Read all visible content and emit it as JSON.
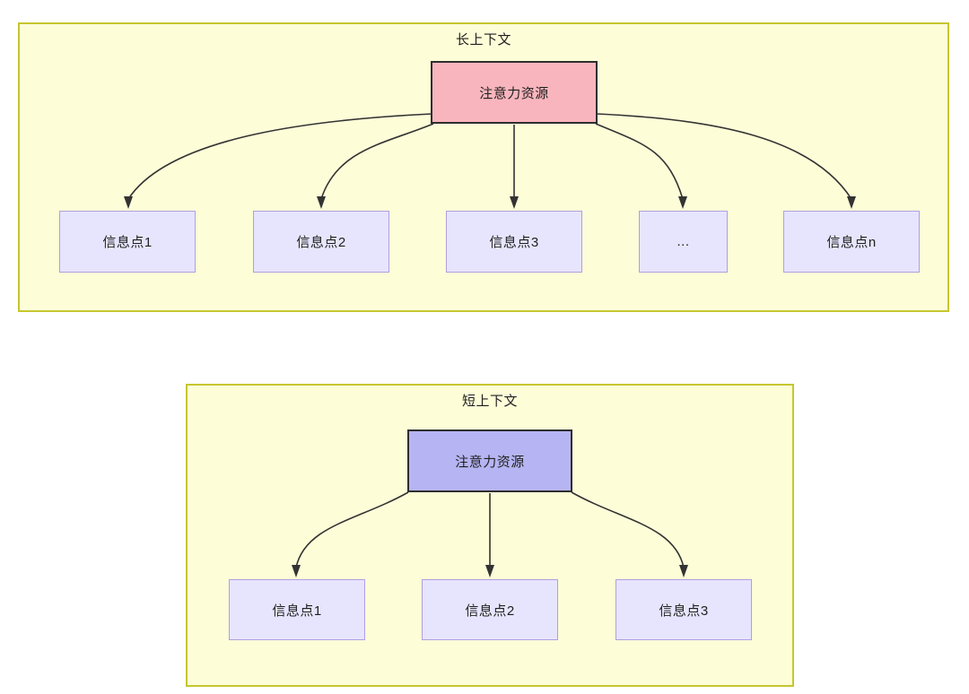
{
  "diagram": {
    "type": "flowchart",
    "description": "Two grouped flowcharts comparing attention resource distribution in long context versus short context",
    "panels": [
      {
        "id": "long-context",
        "title": "长上下文",
        "root": {
          "label": "注意力资源",
          "fill": "#f9b5bd",
          "border": "#2e2e2e"
        },
        "children": [
          {
            "label": "信息点1"
          },
          {
            "label": "信息点2"
          },
          {
            "label": "信息点3"
          },
          {
            "label": "..."
          },
          {
            "label": "信息点n"
          }
        ],
        "child_fill": "#e7e5fd",
        "child_border": "#b09ee2",
        "panel_fill": "#fdfdd8",
        "panel_border": "#c6c62f"
      },
      {
        "id": "short-context",
        "title": "短上下文",
        "root": {
          "label": "注意力资源",
          "fill": "#b6b4f2",
          "border": "#2e2e2e"
        },
        "children": [
          {
            "label": "信息点1"
          },
          {
            "label": "信息点2"
          },
          {
            "label": "信息点3"
          }
        ],
        "child_fill": "#e7e5fd",
        "child_border": "#b09ee2",
        "panel_fill": "#fdfdd8",
        "panel_border": "#c6c62f"
      }
    ],
    "edge_color": "#333333",
    "background": "#ffffff"
  }
}
